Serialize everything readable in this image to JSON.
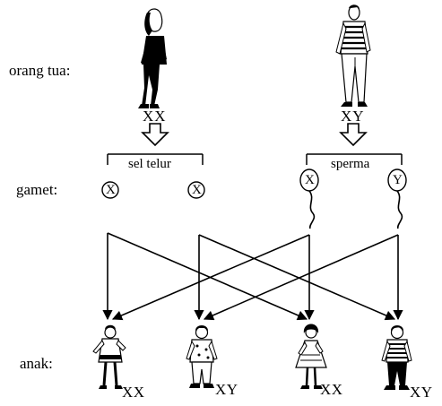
{
  "rows": {
    "parents": "orang tua:",
    "gametes": "gamet:",
    "children": "anak:"
  },
  "parents": {
    "mother_genotype": "XX",
    "father_genotype": "XY"
  },
  "gametes": {
    "egg_label": "sel telur",
    "sperm_label": "sperma",
    "egg_chromosomes": [
      "X",
      "X"
    ],
    "sperm_chromosomes": [
      "X",
      "Y"
    ]
  },
  "children": {
    "genotypes": [
      "XX",
      "XY",
      "XX",
      "XY"
    ]
  }
}
